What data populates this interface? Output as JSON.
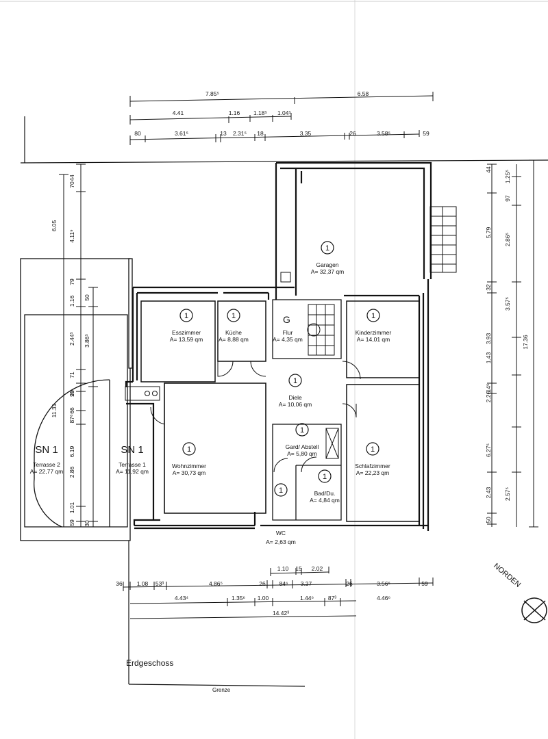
{
  "plan_title": "Erdgeschoss",
  "boundary_label": "Grenze",
  "north_label": "NORDEN",
  "stair_label": "G",
  "rooms": [
    {
      "key": "garagen",
      "num": "1",
      "name": "Garagen",
      "area": "A= 32,37 qm"
    },
    {
      "key": "esszimmer",
      "num": "1",
      "name": "Esszimmer",
      "area": "A= 13,59 qm"
    },
    {
      "key": "kueche",
      "num": "1",
      "name": "Küche",
      "area": "A= 8,88 qm"
    },
    {
      "key": "flur",
      "num": "",
      "name": "Flur",
      "area": "A= 4,35 qm"
    },
    {
      "key": "kinderzimmer",
      "num": "1",
      "name": "Kinderzimmer",
      "area": "A= 14,01 qm"
    },
    {
      "key": "diele",
      "num": "1",
      "name": "Diele",
      "area": "A= 10,06 qm"
    },
    {
      "key": "wohnzimmer",
      "num": "1",
      "name": "Wohnzimmer",
      "area": "A= 30,73 qm"
    },
    {
      "key": "garderobe",
      "num": "1",
      "name": "Gard/ Abstell",
      "area": "A= 5,80 qm"
    },
    {
      "key": "schlafzimmer",
      "num": "1",
      "name": "Schlafzimmer",
      "area": "A= 22,23 qm"
    },
    {
      "key": "bad",
      "num": "1",
      "name": "Bad/Du.",
      "area": "A= 4,84 qm"
    },
    {
      "key": "wc",
      "num": "1",
      "name": "WC",
      "area": "A= 2,63 qm"
    },
    {
      "key": "terrasse1",
      "num": "SN 1",
      "name": "Terrasse 1",
      "area": "A= 11,92 qm"
    },
    {
      "key": "terrasse2",
      "num": "SN 1",
      "name": "Terrasse 2",
      "area": "A= 22,77 qm"
    }
  ],
  "dimensions": {
    "top_row1": [
      "7.85⁵",
      "6.58"
    ],
    "top_row2": [
      "4.41",
      "1.16",
      "1.18⁵",
      "1.04⁵"
    ],
    "top_row3": [
      "80",
      "3.61⁵",
      "13",
      "2.31⁵",
      "18",
      "3.35",
      "26",
      "3.58⁵",
      "59"
    ],
    "bottom_row1": [
      "1.10",
      "15",
      "2.02"
    ],
    "bottom_row2": [
      "36",
      "1.08",
      "53³",
      "4.86⁵",
      "26",
      "84⁶",
      "3.27",
      "26",
      "3.56⁵",
      "59"
    ],
    "bottom_row3": [
      "4.43⁴",
      "1.35⁶",
      "1.00",
      "1.44⁶",
      "87³",
      "4.46⁶"
    ],
    "bottom_total": "14.42³",
    "left_outer": [
      "6.05",
      "11.31"
    ],
    "left_inner": [
      "70",
      "44",
      "4.11⁹",
      "79",
      "1.16",
      "2.44⁵",
      "71",
      "99",
      "25",
      "87⁶",
      "66",
      "6.19",
      "2.86",
      "1.01",
      "59"
    ],
    "left_inner2": [
      "50",
      "3.86⁵",
      "30"
    ],
    "right_outer": [
      "17.36"
    ],
    "right_mid": [
      "44",
      "5.79",
      "32",
      "3.93",
      "1.43",
      "14⁵",
      "2.26",
      "6.27⁵",
      "2.43",
      "50"
    ],
    "right_inner": [
      "1.25⁵",
      "97",
      "2.86⁵",
      "3.57⁵",
      "2.57⁵"
    ]
  }
}
